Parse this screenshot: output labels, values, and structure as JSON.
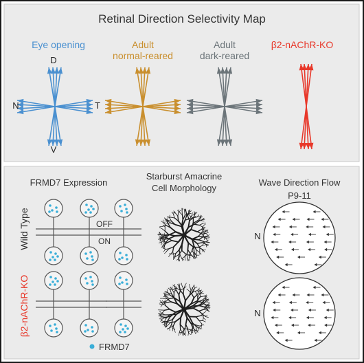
{
  "title": "Retinal Direction Selectivity Map",
  "conditions": [
    {
      "label": "Eye opening",
      "color": "#4a90d0"
    },
    {
      "label": "Adult\nnormal-reared",
      "color": "#c98f2e"
    },
    {
      "label": "Adult\ndark-reared",
      "color": "#6b7479"
    },
    {
      "label": "β2-nAChR-KO",
      "color": "#e8382a"
    }
  ],
  "axis_labels": {
    "dorsal": "D",
    "ventral": "V",
    "nasal": "N",
    "temporal": "T"
  },
  "frmd7": {
    "heading": "FRMD7 Expression",
    "rows": [
      {
        "label": "Wild Type",
        "color": "#333333"
      },
      {
        "label": "β2-nAChR-KO",
        "color": "#e8382a"
      }
    ],
    "off_label": "OFF",
    "on_label": "ON",
    "legend": "FRMD7",
    "dot_color": "#3aaed8"
  },
  "starburst": {
    "heading_line1": "Starburst Amacrine",
    "heading_line2": "Cell Morphology"
  },
  "wave": {
    "heading_line1": "Wave Direction Flow",
    "heading_line2": "P9-11",
    "nasal_label": "N"
  },
  "colors": {
    "panel_bg": "#ebebeb",
    "panel_border": "#1a1a1a",
    "dark": "#222222"
  },
  "icons": [
    "arrow-icon",
    "dot-icon"
  ]
}
